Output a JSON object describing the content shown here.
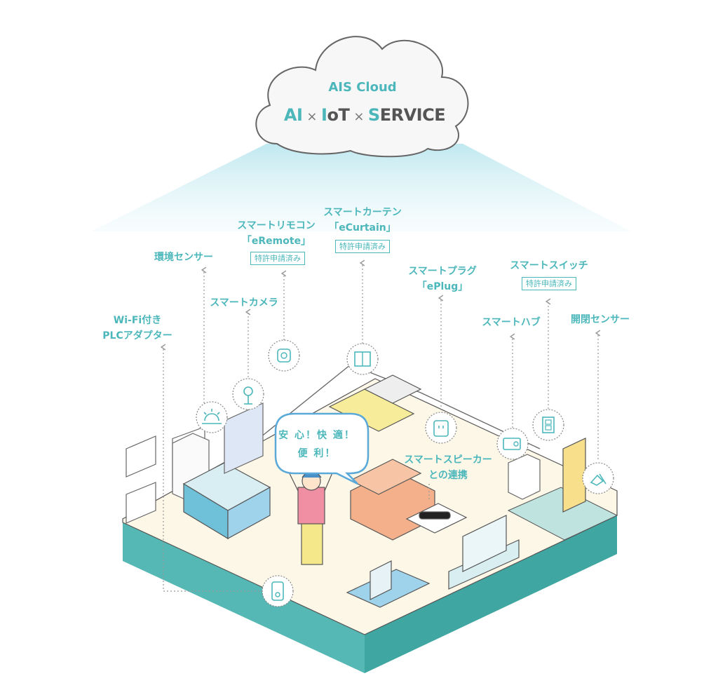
{
  "cloud": {
    "title": "AIS Cloud",
    "tagline": {
      "ai": "AI",
      "x1": "×",
      "iot_i": "I",
      "iot_rest": "oT",
      "x2": "×",
      "service_s": "S",
      "service_rest": "ERVICE"
    }
  },
  "speech_bubble": {
    "line1": "安 心！快 適！",
    "line2": "便 利！"
  },
  "devices": {
    "plc_adapter": {
      "line1": "Wi-Fi付き",
      "line2": "PLCアダプター",
      "icon": "plc-adapter-icon"
    },
    "env_sensor": {
      "line1": "環境センサー",
      "icon": "sun-icon"
    },
    "camera": {
      "line1": "スマートカメラ",
      "icon": "camera-icon"
    },
    "remote": {
      "line1": "スマートリモコン",
      "line2": "「eRemote」",
      "badge": "特許申請済み",
      "icon": "remote-icon"
    },
    "curtain": {
      "line1": "スマートカーテン",
      "line2": "「eCurtain」",
      "badge": "特許申請済み",
      "icon": "curtain-icon"
    },
    "plug": {
      "line1": "スマートプラグ",
      "line2": "「ePlug」",
      "icon": "plug-icon"
    },
    "switch": {
      "line1": "スマートスイッチ",
      "badge": "特許申請済み",
      "icon": "switch-icon"
    },
    "hub": {
      "line1": "スマートハブ",
      "icon": "hub-icon"
    },
    "door_sensor": {
      "line1": "開閉センサー",
      "icon": "door-sensor-icon"
    },
    "speaker": {
      "line1": "スマートスピーカー",
      "line2": "との連携",
      "icon": "speaker-icon"
    }
  },
  "colors": {
    "accent": "#4cb7bb",
    "floor": "#fdf7e8",
    "base": "#55b8b4",
    "sofa": "#f4b08a",
    "bed": "#f6ec9a",
    "person_shirt": "#f08fa4",
    "person_pants": "#f5e88a",
    "desk": "#9fd3ec"
  }
}
